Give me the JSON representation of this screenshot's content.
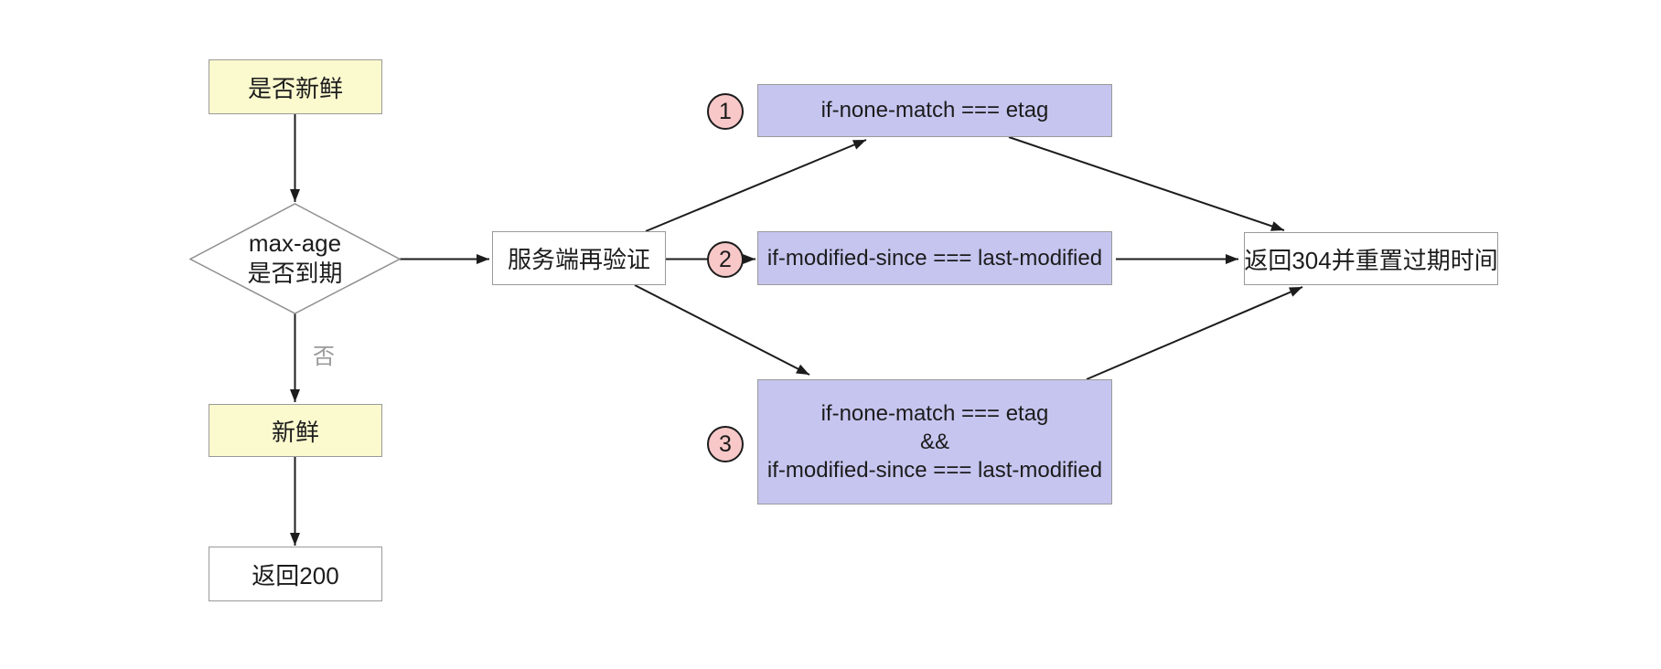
{
  "colors": {
    "node_yellow": "#FBFACF",
    "node_purple": "#C5C5F0",
    "badge_pink": "#F8C8C8",
    "node_border": "#9A9A9A",
    "line_black": "#1C1C1C",
    "muted_label": "#9B9B9B"
  },
  "nodes": {
    "fresh_check": {
      "label": "是否新鲜"
    },
    "max_age_decision": {
      "line1": "max-age",
      "line2": "是否到期"
    },
    "fresh": {
      "label": "新鲜"
    },
    "return_200": {
      "label": "返回200"
    },
    "revalidate": {
      "label": "服务端再验证"
    },
    "branch_1": {
      "badge": "1",
      "label": "if-none-match === etag"
    },
    "branch_2": {
      "badge": "2",
      "label": "if-modified-since === last-modified"
    },
    "branch_3": {
      "badge": "3",
      "line1": "if-none-match === etag",
      "line2": "&&",
      "line3": "if-modified-since === last-modified"
    },
    "return_304": {
      "label": "返回304并重置过期时间"
    }
  },
  "edge_labels": {
    "no": "否"
  }
}
